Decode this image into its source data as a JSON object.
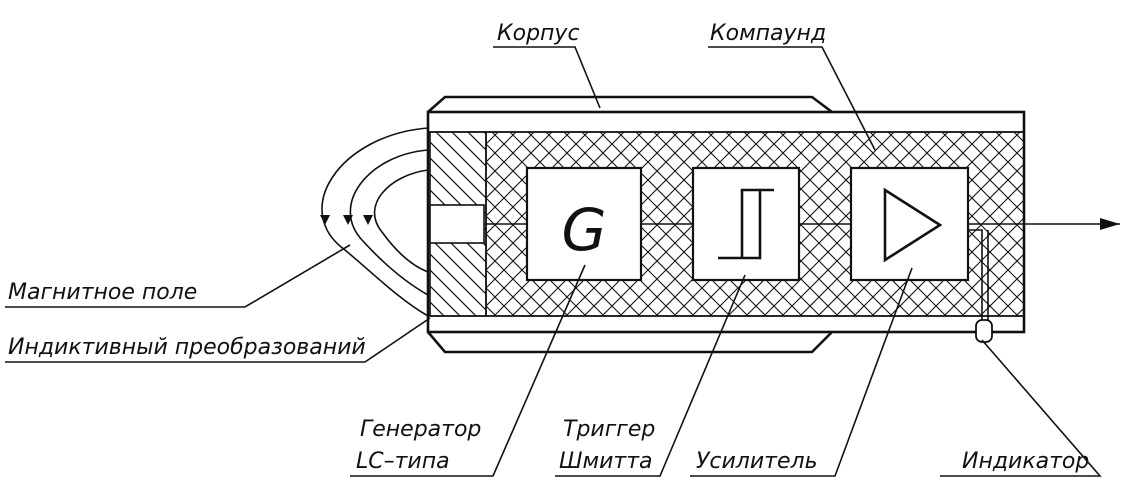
{
  "labels": {
    "housing": "Корпус",
    "compound": "Компаунд",
    "magnetic_field": "Магнитное поле",
    "inductive_converter": "Индиктивный преобразований",
    "generator_line1": "Генератор",
    "generator_line2": "LC–типа",
    "trigger_line1": "Триггер",
    "trigger_line2": "Шмитта",
    "amplifier": "Усилитель",
    "indicator": "Индикатор"
  },
  "blocks": {
    "generator_symbol": "G"
  }
}
